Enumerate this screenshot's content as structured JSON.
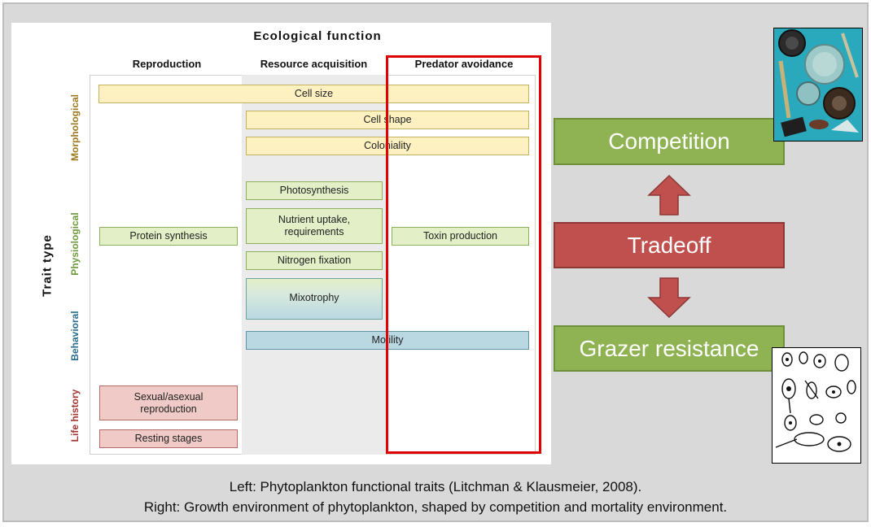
{
  "figure": {
    "title": "Ecological function",
    "y_axis_label": "Trait type",
    "columns": [
      "Reproduction",
      "Resource acquisition",
      "Predator avoidance"
    ],
    "row_labels": {
      "morphological": "Morphological",
      "physiological": "Physiological",
      "behavioral": "Behavioral",
      "life_history": "Life history"
    },
    "traits": {
      "cell_size": "Cell size",
      "cell_shape": "Cell shape",
      "coloniality": "Coloniality",
      "photosynthesis": "Photosynthesis",
      "protein_synthesis": "Protein synthesis",
      "nutrient_uptake": "Nutrient uptake, requirements",
      "toxin_production": "Toxin production",
      "nitrogen_fixation": "Nitrogen fixation",
      "mixotrophy": "Mixotrophy",
      "motility": "Motility",
      "sexual_reproduction": "Sexual/asexual reproduction",
      "resting_stages": "Resting stages"
    },
    "row_colors": {
      "morphological": "#9c7a1f",
      "physiological": "#6e9a3c",
      "behavioral": "#2c6f8c",
      "life_history": "#a23632"
    }
  },
  "flow": {
    "top": "Competition",
    "middle": "Tradeoff",
    "bottom": "Grazer resistance",
    "colors": {
      "green": "#8fb352",
      "red": "#c0504d"
    }
  },
  "caption": {
    "line1": "Left: Phytoplankton functional traits (Litchman & Klausmeier, 2008).",
    "line2": "Right: Growth environment of phytoplankton, shaped by competition and mortality environment."
  }
}
